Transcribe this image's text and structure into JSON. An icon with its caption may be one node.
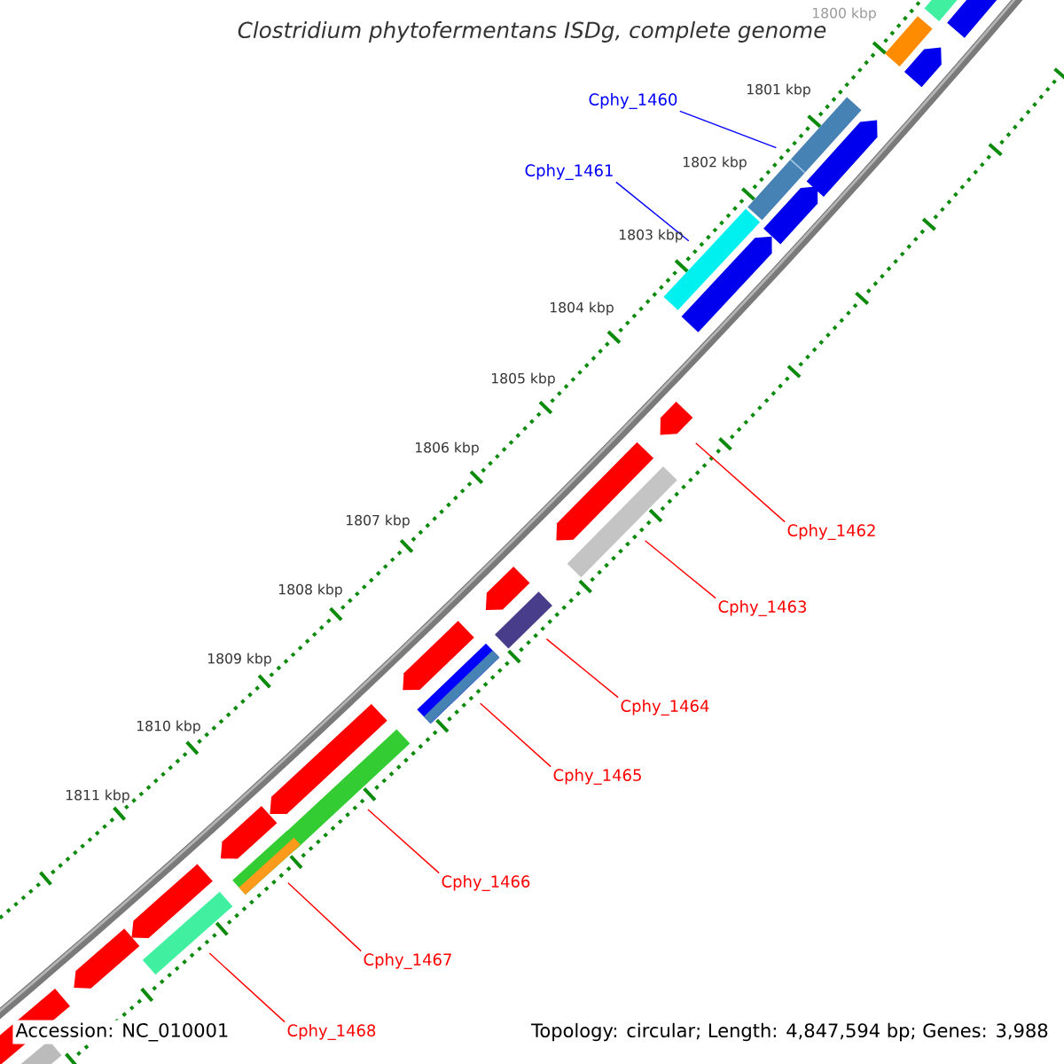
{
  "diagram": {
    "title": "Clostridium phytofermentans ISDg, complete genome",
    "nodes": [
      {
        "text": [
          "Cphy_1460"
        ]
      },
      {
        "text": [],
        "shape": "bar"
      },
      {
        "text": [
          "Cphy_1461"
        ]
      },
      {
        "text": [],
        "shape": "bar"
      },
      {
        "text": [
          "Cphy_1462"
        ]
      },
      {
        "text": [],
        "shape": "arrow"
      },
      {
        "text": [
          "Cphy_1463"
        ]
      },
      {
        "text": [],
        "shape": "bar"
      },
      {
        "text": [
          "Cphy_1464"
        ]
      },
      {
        "text": [],
        "shape": "bar"
      },
      {
        "text": [
          "Cphy_1465"
        ]
      },
      {
        "text": [],
        "shape": "bar"
      },
      {
        "text": [
          "Cphy_1466"
        ]
      },
      {
        "text": [],
        "shape": "bar"
      },
      {
        "text": [
          "Cphy_1467"
        ]
      },
      {
        "text": [],
        "shape": "bar"
      },
      {
        "text": [
          "Cphy_1468"
        ]
      },
      {
        "text": [],
        "shape": "bar"
      }
    ],
    "edges": [
      {
        "from": 0,
        "to": 1,
        "arrow": "none",
        "color": "#0000ff"
      },
      {
        "from": 2,
        "to": 3,
        "arrow": "none",
        "color": "#0000ff"
      },
      {
        "from": 4,
        "to": 5,
        "arrow": "none"
      },
      {
        "from": 6,
        "to": 7,
        "arrow": "none"
      },
      {
        "from": 8,
        "to": 9,
        "arrow": "none"
      },
      {
        "from": 10,
        "to": 11,
        "arrow": "none"
      },
      {
        "from": 12,
        "to": 13,
        "arrow": "none"
      },
      {
        "from": 14,
        "to": 15,
        "arrow": "none"
      },
      {
        "from": 16,
        "to": 17,
        "arrow": "none"
      }
    ],
    "labels": [
      "1800 kbp",
      "1801 kbp",
      "1802 kbp",
      "1803 kbp",
      "1804 kbp",
      "1805 kbp",
      "1806 kbp",
      "1807 kbp",
      "1808 kbp",
      "1809 kbp",
      "1810 kbp",
      "1811 kbp",
      "Accession: NC_010001",
      "Topology: circular; Length: 4,847,594 bp; Genes: 3,988"
    ]
  }
}
